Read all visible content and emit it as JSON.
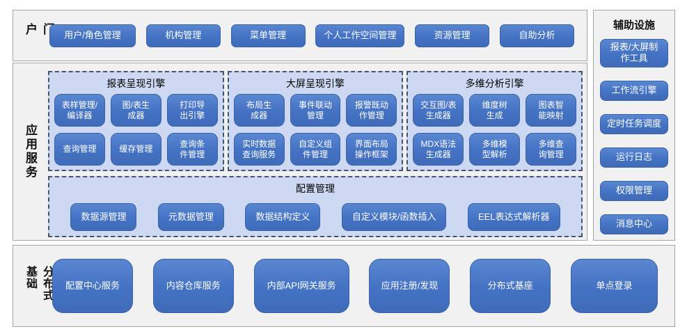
{
  "colors": {
    "button_blue": "#4472C4",
    "panel_bg": "#F1F1F1",
    "panel_border": "#A6A6A6",
    "engine_panel_bg": "#CDD9F2",
    "dashed_border": "#44546A",
    "button_text": "#FFFFFF"
  },
  "portal": {
    "label": "门户",
    "items": [
      "用户/角色管理",
      "机构管理",
      "菜单管理",
      "个人工作空间管理",
      "资源管理",
      "自助分析"
    ]
  },
  "app_services": {
    "label": "应用服务",
    "engines": [
      {
        "title": "报表呈现引擎",
        "items": [
          "表样管理/\n编译器",
          "图/表生\n成器",
          "打印导\n出引擎",
          "查询管理",
          "缓存管理",
          "查询条\n件管理"
        ]
      },
      {
        "title": "大屏呈现引擎",
        "items": [
          "布局生\n成器",
          "事件联动\n管理",
          "报警既动\n作管理",
          "实时数据\n查询服务",
          "自定义组\n件管理",
          "界面布局\n操作框架"
        ]
      },
      {
        "title": "多维分析引擎",
        "items": [
          "交互图/表\n生成器",
          "维度树\n生成",
          "图表智\n能映射",
          "MDX语法\n生成器",
          "多维模\n型解析",
          "多维查\n询管理"
        ]
      }
    ],
    "config": {
      "title": "配置管理",
      "items": [
        "数据源管理",
        "元数据管理",
        "数据结构定义",
        "自定义模块/函数插入",
        "EEL表达式解析器"
      ]
    }
  },
  "distributed_base": {
    "label": "分布式基础",
    "items": [
      "配置中心服务",
      "内容仓库服务",
      "内部API网关服务",
      "应用注册/发现",
      "分布式基座",
      "单点登录"
    ]
  },
  "auxiliary": {
    "title": "辅助设施",
    "items": [
      "报表/大屏制\n作工具",
      "工作流引擎",
      "定时任务调度",
      "运行日志",
      "权限管理",
      "消息中心"
    ]
  }
}
